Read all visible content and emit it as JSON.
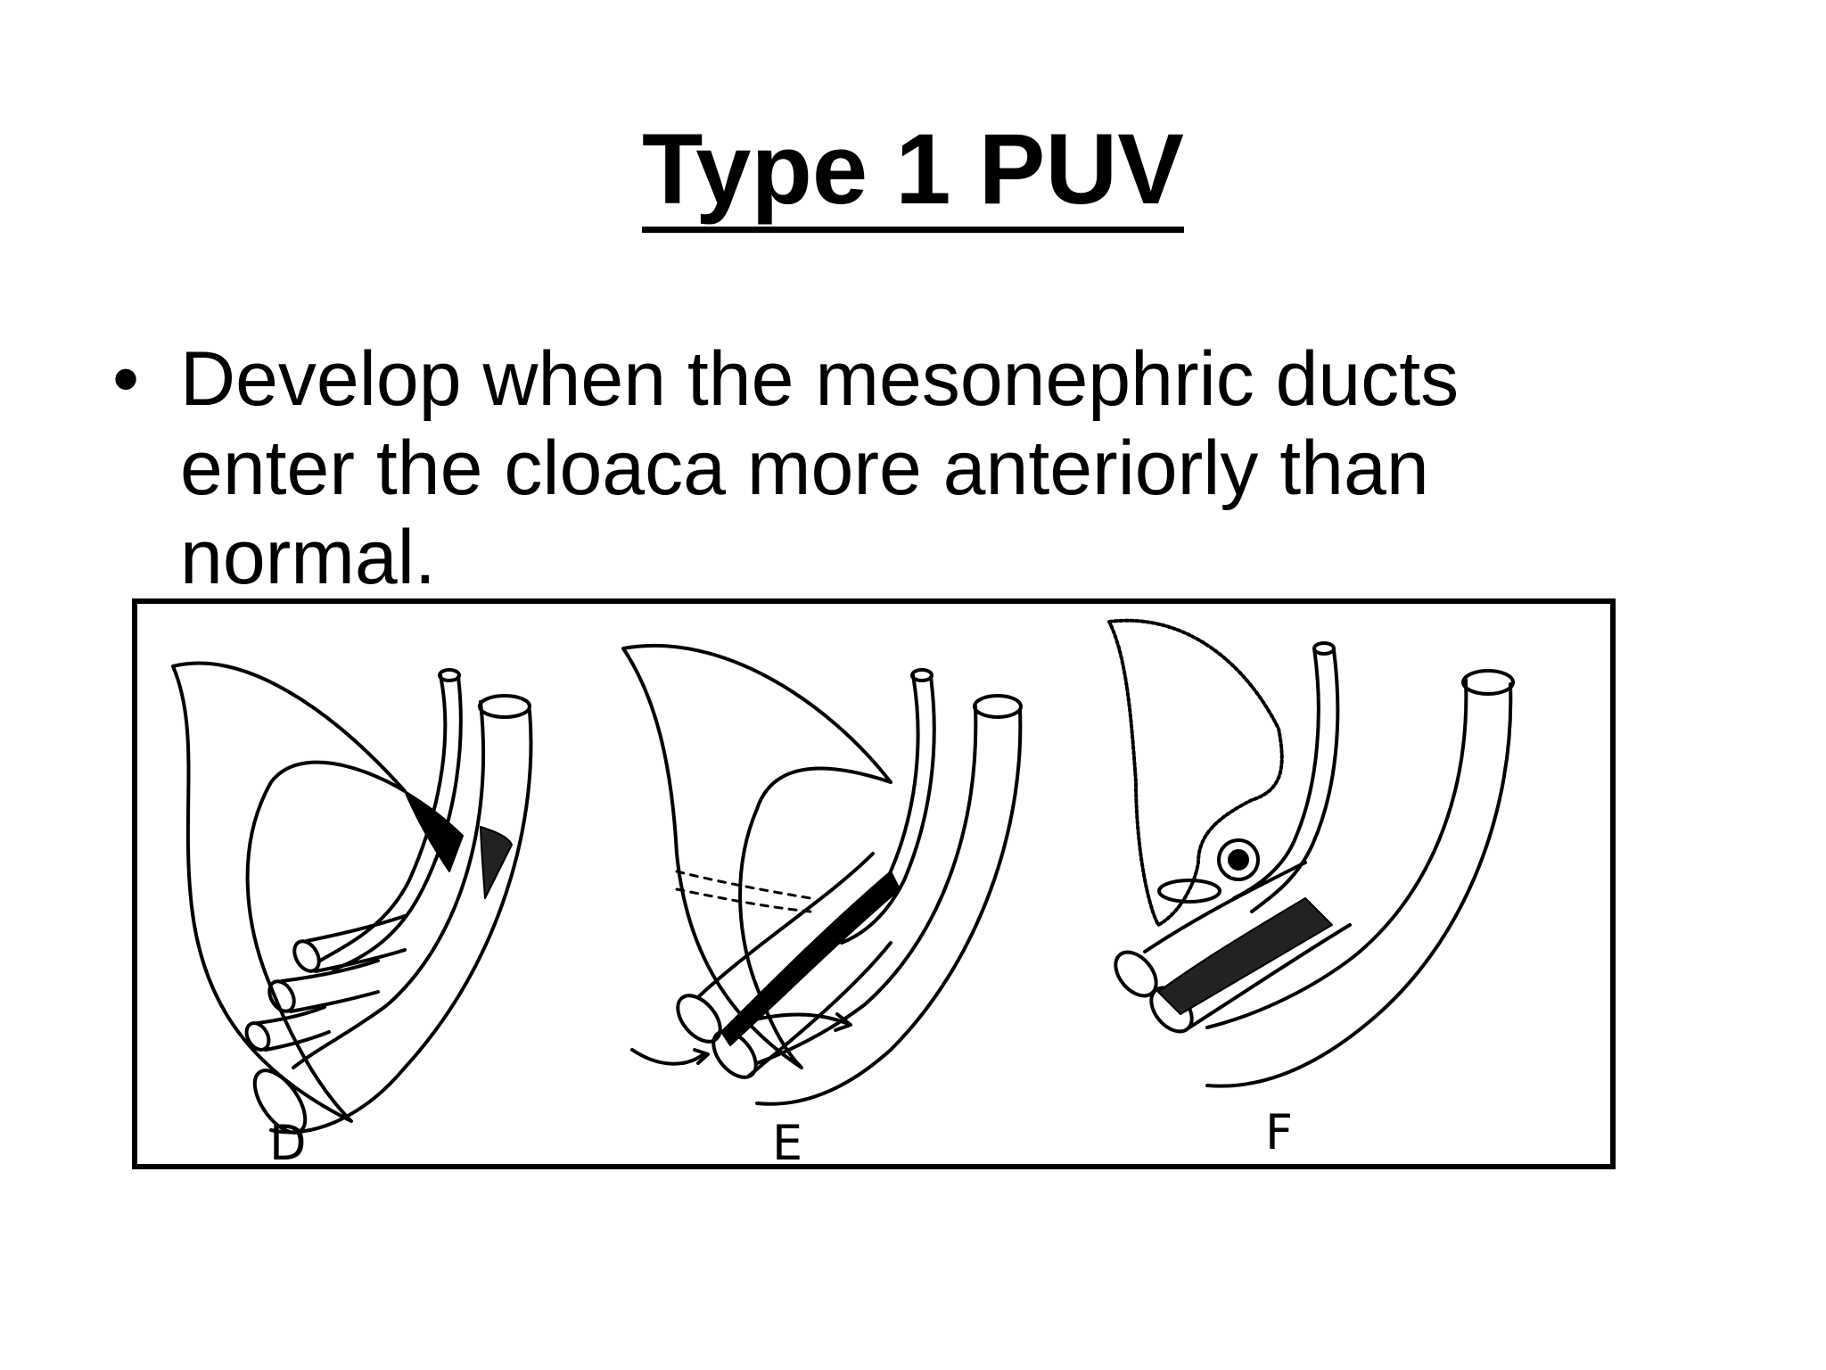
{
  "slide": {
    "title": "Type 1 PUV",
    "bullets": [
      {
        "bullet": "•",
        "text": "Develop when the mesonephric ducts enter the cloaca more anteriorly than normal."
      }
    ]
  },
  "figure": {
    "panel_labels": [
      "D",
      "E",
      "F"
    ]
  }
}
